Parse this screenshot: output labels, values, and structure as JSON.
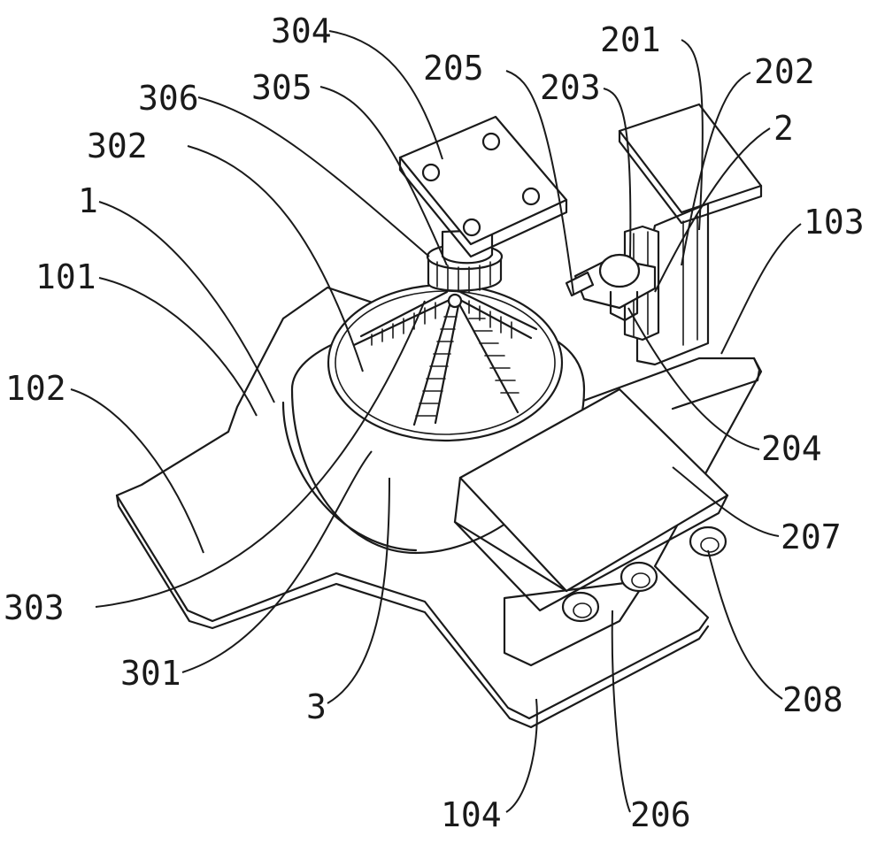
{
  "labels": [
    {
      "id": "l304",
      "text": "304"
    },
    {
      "id": "l205",
      "text": "205"
    },
    {
      "id": "l201",
      "text": "201"
    },
    {
      "id": "l202",
      "text": "202"
    },
    {
      "id": "l305",
      "text": "305"
    },
    {
      "id": "l203",
      "text": "203"
    },
    {
      "id": "l306",
      "text": "306"
    },
    {
      "id": "l2",
      "text": "2"
    },
    {
      "id": "l302",
      "text": "302"
    },
    {
      "id": "l1",
      "text": "1"
    },
    {
      "id": "l103",
      "text": "103"
    },
    {
      "id": "l101",
      "text": "101"
    },
    {
      "id": "l102",
      "text": "102"
    },
    {
      "id": "l204",
      "text": "204"
    },
    {
      "id": "l207",
      "text": "207"
    },
    {
      "id": "l303",
      "text": "303"
    },
    {
      "id": "l301",
      "text": "301"
    },
    {
      "id": "l208",
      "text": "208"
    },
    {
      "id": "l3",
      "text": "3"
    },
    {
      "id": "l104",
      "text": "104"
    },
    {
      "id": "l206",
      "text": "206"
    }
  ]
}
